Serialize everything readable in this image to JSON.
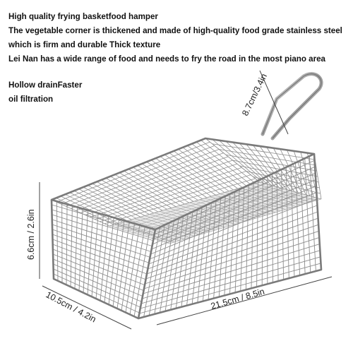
{
  "description": {
    "line1": "High quality frying basketfood hamper",
    "line2": "The vegetable corner is thickened and made of high-quality food grade stainless steel",
    "line3": "which is firm and durable  Thick texture",
    "line4": "Lei Nan has a wide range of food and needs to fry the road in the most piano area",
    "line5": "Hollow drainFaster",
    "line6": "oil filtration"
  },
  "dimensions": {
    "handle": "8.7cm/3.4in",
    "height": "6.6cm / 2.6in",
    "width": "10.5cm / 4.2in",
    "length": "21.5cm / 8.5in"
  }
}
